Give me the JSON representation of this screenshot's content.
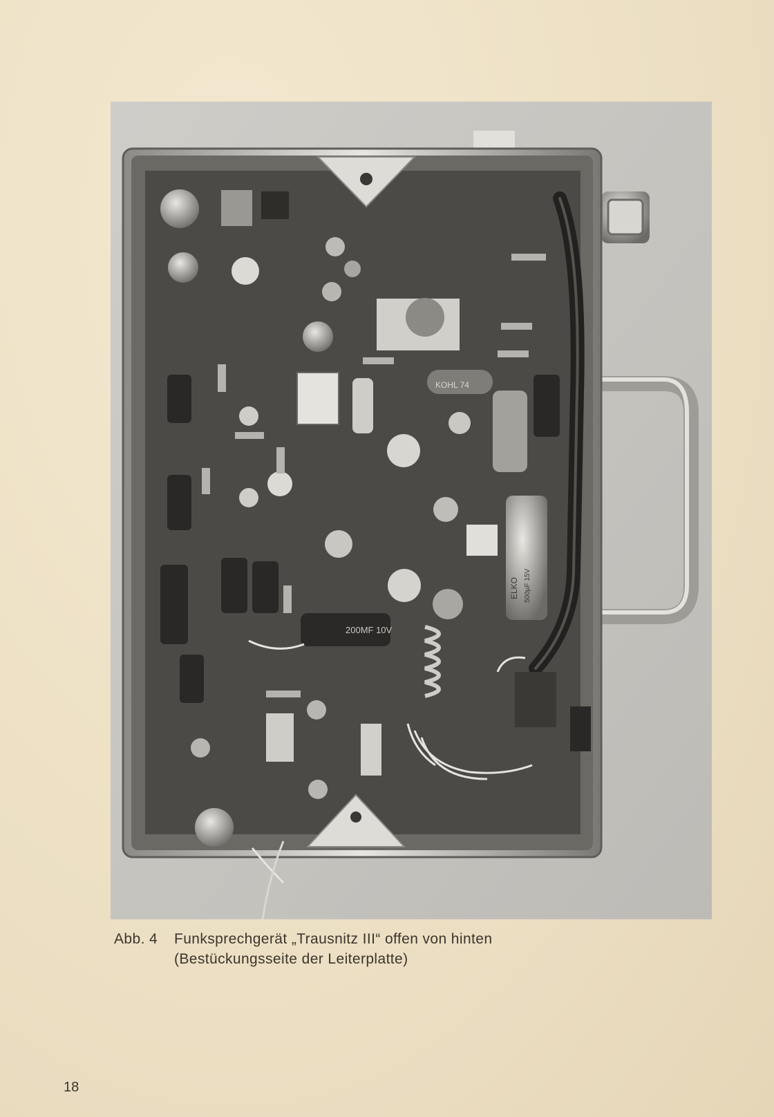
{
  "figure": {
    "label": "Abb. 4",
    "caption_line1": "Funksprechgerät „Trausnitz III“ offen von hinten",
    "caption_line2": "(Bestückungsseite der Leiterplatte)",
    "photo_markings": {
      "capacitor_main": "200MF 10V",
      "elko_can": "ELKO",
      "elko_value": "500µF 15V",
      "crystal": "KOHL 74"
    }
  },
  "page_number": "18"
}
